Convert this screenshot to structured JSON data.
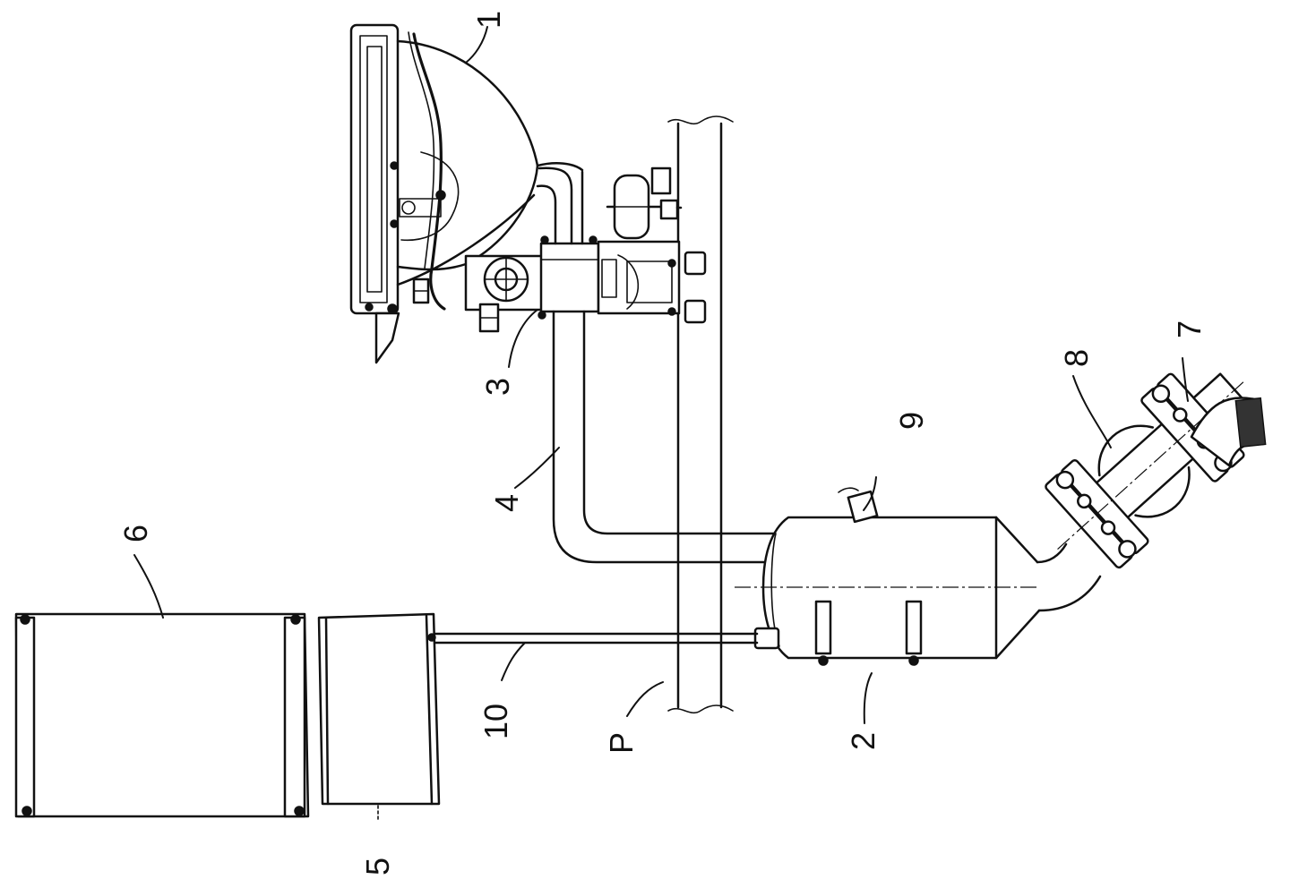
{
  "labels": {
    "one": "1",
    "two": "2",
    "three": "3",
    "four": "4",
    "five": "5",
    "six": "6",
    "seven": "7",
    "eight": "8",
    "nine": "9",
    "ten": "10",
    "p": "P"
  }
}
